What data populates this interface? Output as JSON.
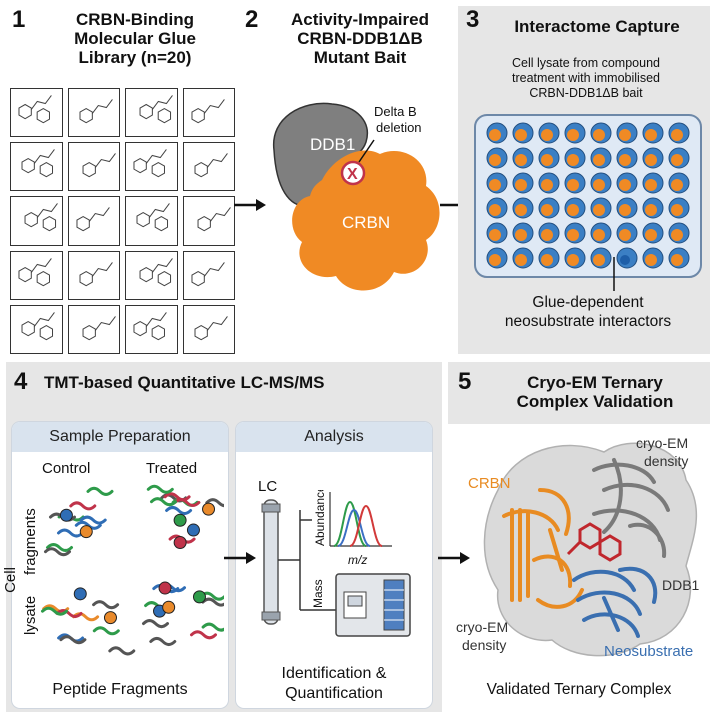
{
  "panel1": {
    "number": "1",
    "title_line1": "CRBN-Binding",
    "title_line2": "Molecular Glue",
    "title_line3": "Library (n=20)"
  },
  "panel2": {
    "number": "2",
    "title_line1": "Activity-Impaired",
    "title_line2": "CRBN-DDB1ΔB",
    "title_line3": "Mutant Bait",
    "ddb1_label": "DDB1",
    "crbn_label": "CRBN",
    "delta_label_1": "Delta B",
    "delta_label_2": "deletion"
  },
  "panel3": {
    "number": "3",
    "title": "Interactome Capture",
    "caption_1": "Cell lysate from compound",
    "caption_2": "treatment with immobilised",
    "caption_3": "CRBN-DDB1ΔB bait",
    "result_1": "Glue-dependent",
    "result_2": "neosubstrate interactors"
  },
  "panel4": {
    "number": "4",
    "title": "TMT-based Quantitative LC-MS/MS",
    "sample_header": "Sample Preparation",
    "control": "Control",
    "treated": "Treated",
    "side_label_1": "Cell lysate",
    "side_label_2": "fragments",
    "footer_left": "Peptide Fragments",
    "analysis_header": "Analysis",
    "lc": "LC",
    "abundance": "Abundance",
    "mz": "m/z",
    "mass": "Mass",
    "footer_right_1": "Identification &",
    "footer_right_2": "Quantification"
  },
  "panel5": {
    "number": "5",
    "title_line1": "Cryo-EM Ternary",
    "title_line2": "Complex Validation",
    "crbn": "CRBN",
    "density_top_1": "cryo-EM",
    "density_top_2": "density",
    "ddb1": "DDB1",
    "density_bottom_1": "cryo-EM",
    "density_bottom_2": "density",
    "neosubstrate": "Neosubstrate",
    "caption": "Validated Ternary Complex"
  },
  "colors": {
    "crbn_orange": "#f08a24",
    "ddb1_grey": "#7f7f7f",
    "well_blue": "#3b7fc4",
    "panel_grey": "#e6e6e6",
    "neosubstrate_blue": "#3a6fb0"
  }
}
